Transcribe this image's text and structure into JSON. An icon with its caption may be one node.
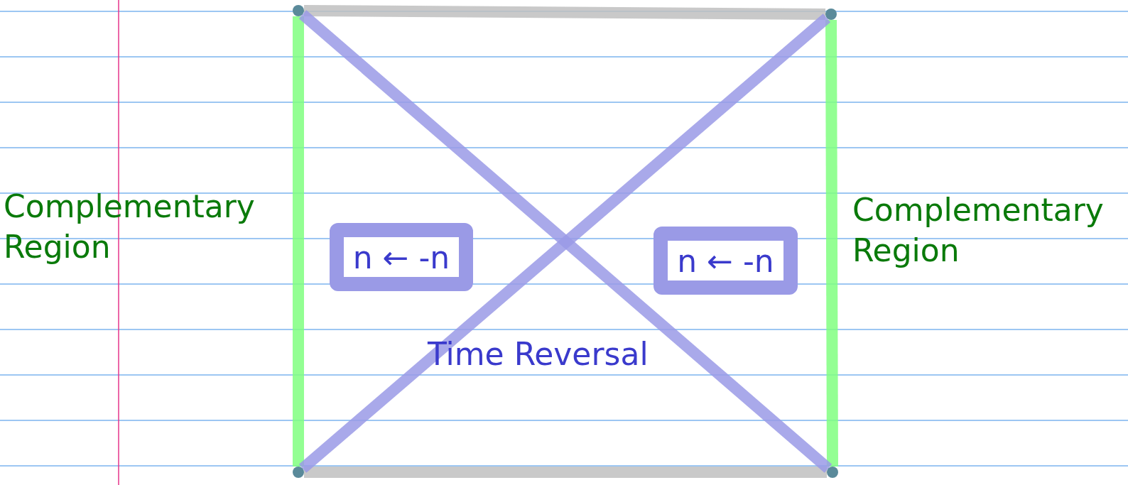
{
  "diagram": {
    "nodes": [
      {
        "text": [],
        "shape": "circle"
      },
      {
        "text": [],
        "shape": "circle"
      },
      {
        "text": [],
        "shape": "circle"
      },
      {
        "text": [],
        "shape": "circle"
      },
      {
        "text": [
          "n ← -n"
        ]
      },
      {
        "text": [
          "n ← -n"
        ]
      }
    ],
    "edges": [
      {
        "from": 0,
        "to": 1,
        "arrow": "none",
        "color": "#c0c0c0"
      },
      {
        "from": 2,
        "to": 3,
        "arrow": "none",
        "color": "#c0c0c0"
      },
      {
        "from": 0,
        "to": 2,
        "arrow": "none",
        "color": "#80ff80"
      },
      {
        "from": 1,
        "to": 3,
        "arrow": "none",
        "color": "#80ff80"
      },
      {
        "from": 0,
        "to": 3,
        "arrow": "none",
        "color": "#9a9ae6"
      },
      {
        "from": 2,
        "to": 1,
        "arrow": "none",
        "color": "#9a9ae6"
      }
    ],
    "labels": [
      "Complementary Region",
      "Complementary Region",
      "Time Reversal"
    ]
  }
}
